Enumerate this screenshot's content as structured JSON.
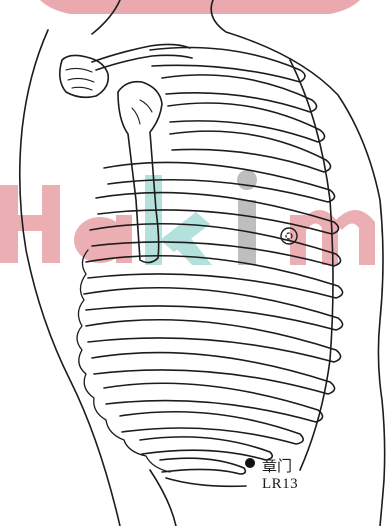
{
  "colors": {
    "line": "#1c1c1c",
    "watermark_red": "#e8a0a6",
    "watermark_teal": "#a8dcd6",
    "watermark_gray": "#b8b8b8",
    "point": "#111111"
  },
  "watermark": {
    "text": "Hakim"
  },
  "acupoint": {
    "name_zh": "章门",
    "code": "LR13"
  },
  "icons": {
    "point_marker": "filled-dot",
    "circle_marker": "nipple-circle"
  }
}
